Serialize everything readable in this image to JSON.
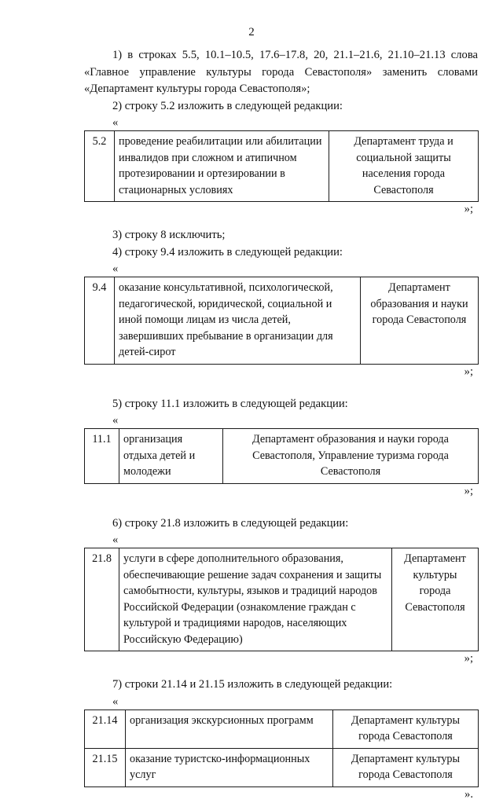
{
  "document": {
    "page_number": "2",
    "language": "ru",
    "paragraphs": {
      "item1": "1) в строках 5.5, 10.1–10.5, 17.6–17.8, 20, 21.1–21.6, 21.10–21.13 слова «Главное управление культуры города Севастополя» заменить словами «Департамент культуры города Севастополя»;",
      "item2": "2) строку 5.2 изложить в следующей редакции:",
      "item3": "3) строку 8 исключить;",
      "item4": "4) строку 9.4 изложить в следующей редакции:",
      "item5": "5) строку 11.1 изложить в следующей редакции:",
      "item6": "6) строку 21.8 изложить в следующей редакции:",
      "item7": "7) строки 21.14 и 21.15 изложить в следующей редакции:"
    },
    "quotes": {
      "open": "«",
      "close_semicolon": "»;",
      "close_period": "»."
    },
    "tables": {
      "table_5_2": {
        "rows": [
          {
            "number": "5.2",
            "description": "проведение реабилитации или абилитации инвалидов при сложном и атипичном протезировании и ортезировании в стационарных условиях",
            "organization": "Департамент труда и социальной защиты населения города Севастополя"
          }
        ]
      },
      "table_9_4": {
        "rows": [
          {
            "number": "9.4",
            "description": "оказание консультативной, психологической, педагогической, юридической, социальной и иной помощи лицам из числа детей, завершивших пребывание в организации для детей-сирот",
            "organization": "Департамент образования и науки города Севастополя"
          }
        ]
      },
      "table_11_1": {
        "rows": [
          {
            "number": "11.1",
            "description": "организация отдыха детей и молодежи",
            "organization": "Департамент образования и науки города Севастополя, Управление туризма города Севастополя"
          }
        ]
      },
      "table_21_8": {
        "rows": [
          {
            "number": "21.8",
            "description": "услуги в сфере дополнительного образования, обеспечивающие решение задач сохранения и защиты самобытности, культуры, языков и традиций народов Российской Федерации (ознакомление граждан с культурой и традициями народов, населяющих Российскую Федерацию)",
            "organization": "Департамент культуры города Севастополя"
          }
        ]
      },
      "table_21_14_21_15": {
        "rows": [
          {
            "number": "21.14",
            "description": "организация экскурсионных программ",
            "organization": "Департамент культуры города Севастополя"
          },
          {
            "number": "21.15",
            "description": "оказание туристско-информационных услуг",
            "organization": "Департамент культуры города Севастополя"
          }
        ]
      }
    }
  }
}
